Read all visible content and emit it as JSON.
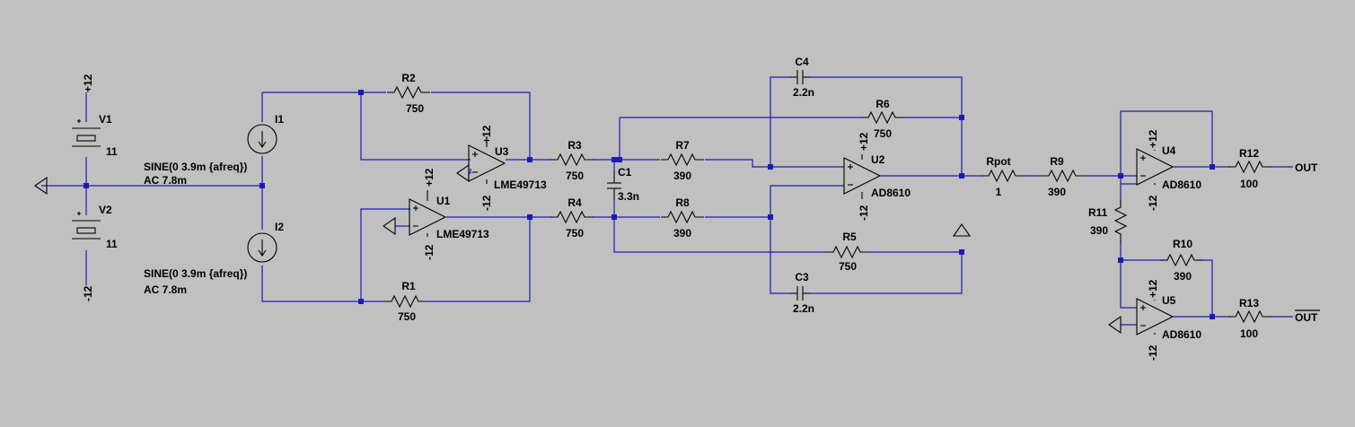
{
  "background_color": "#c0c0c0",
  "wire_color": "#1c1cb4",
  "component_color": "#000000",
  "sources": {
    "v1": {
      "name": "V1",
      "value": "11"
    },
    "v2": {
      "name": "V2",
      "value": "11"
    },
    "i1": {
      "name": "I1",
      "line1": "SINE(0 3.9m {afreq})",
      "line2": "AC 7.8m"
    },
    "i2": {
      "name": "I2",
      "line1": "SINE(0 3.9m {afreq})",
      "line2": "AC 7.8m"
    }
  },
  "rails": {
    "pos": "+12",
    "neg": "-12"
  },
  "resistors": {
    "r1": {
      "name": "R1",
      "value": "750"
    },
    "r2": {
      "name": "R2",
      "value": "750"
    },
    "r3": {
      "name": "R3",
      "value": "750"
    },
    "r4": {
      "name": "R4",
      "value": "750"
    },
    "r5": {
      "name": "R5",
      "value": "750"
    },
    "r6": {
      "name": "R6",
      "value": "750"
    },
    "r7": {
      "name": "R7",
      "value": "390"
    },
    "r8": {
      "name": "R8",
      "value": "390"
    },
    "r9": {
      "name": "R9",
      "value": "390"
    },
    "r10": {
      "name": "R10",
      "value": "390"
    },
    "r11": {
      "name": "R11",
      "value": "390"
    },
    "r12": {
      "name": "R12",
      "value": "100"
    },
    "r13": {
      "name": "R13",
      "value": "100"
    },
    "rpot": {
      "name": "Rpot",
      "value": "1"
    }
  },
  "capacitors": {
    "c1": {
      "name": "C1",
      "value": "3.3n"
    },
    "c3": {
      "name": "C3",
      "value": "2.2n"
    },
    "c4": {
      "name": "C4",
      "value": "2.2n"
    }
  },
  "opamps": {
    "u1": {
      "name": "U1",
      "model": "LME49713"
    },
    "u2": {
      "name": "U2",
      "model": "AD8610"
    },
    "u3": {
      "name": "U3",
      "model": "LME49713"
    },
    "u4": {
      "name": "U4",
      "model": "AD8610"
    },
    "u5": {
      "name": "U5",
      "model": "AD8610"
    }
  },
  "outputs": {
    "out": "OUT",
    "out_bar": "OUT"
  }
}
